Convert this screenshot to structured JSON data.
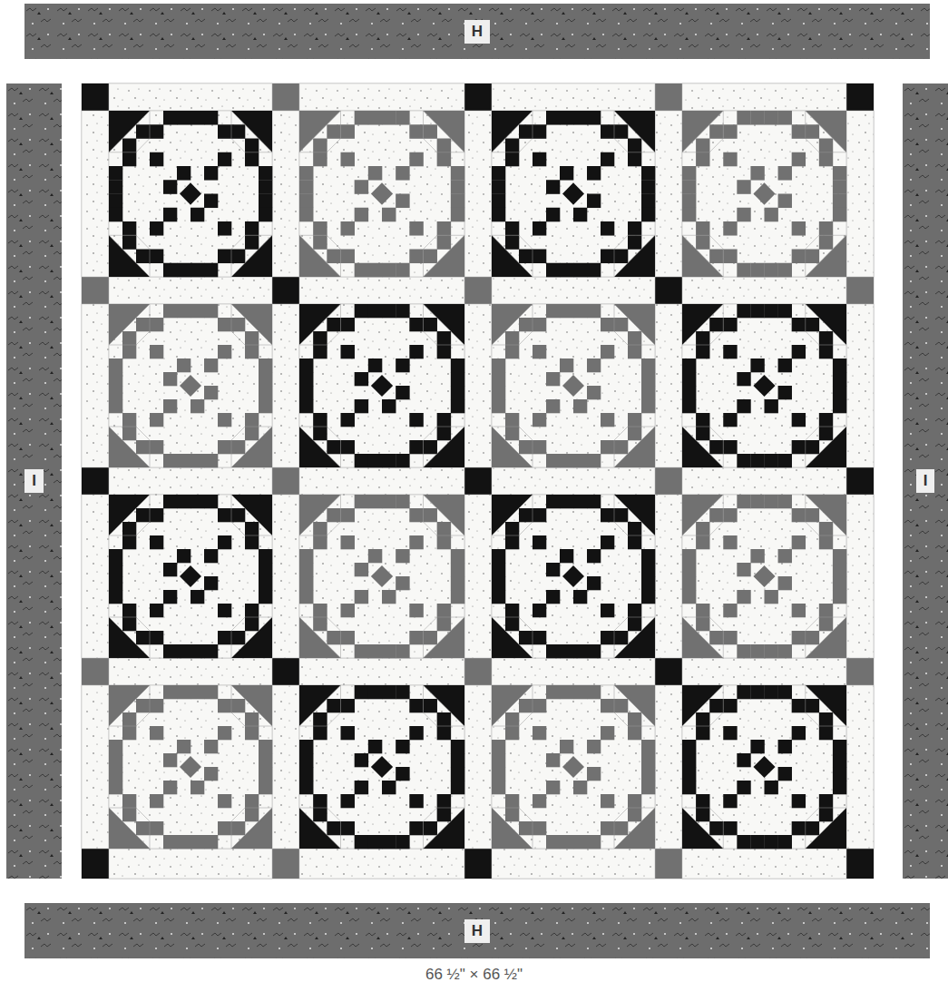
{
  "diagram": {
    "nodes": [
      {
        "text": [
          "H"
        ]
      },
      {
        "text": [
          "I"
        ]
      },
      {
        "text": [
          "I"
        ]
      },
      {
        "text": [
          "H"
        ]
      }
    ],
    "labels": [
      "66 ½\" × 66 ½\""
    ]
  }
}
